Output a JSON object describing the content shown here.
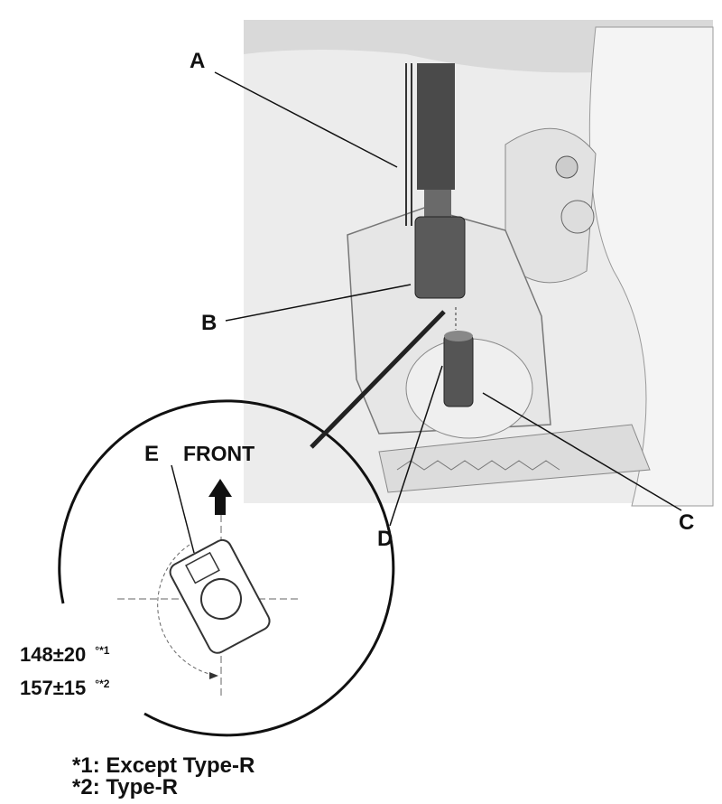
{
  "callouts": {
    "a": "A",
    "b": "B",
    "c": "C",
    "d": "D",
    "e": "E"
  },
  "direction_label": "FRONT",
  "specs": [
    {
      "value": "148±20",
      "unit": "°",
      "ref": "*1"
    },
    {
      "value": "157±15",
      "unit": "°",
      "ref": "*2"
    }
  ],
  "notes": [
    "*1: Except Type-R",
    "*2: Type-R"
  ]
}
